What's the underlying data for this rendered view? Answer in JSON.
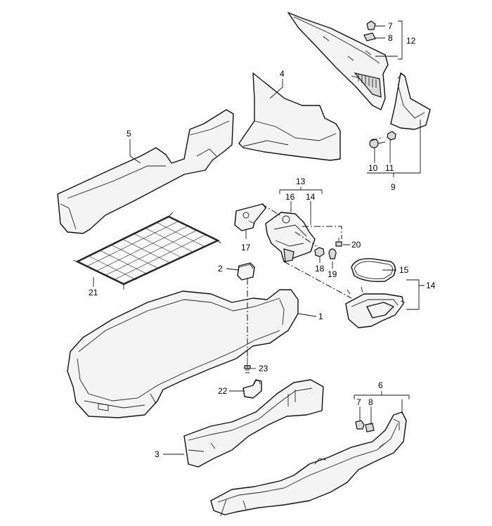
{
  "callouts": {
    "c1": "1",
    "c2": "2",
    "c3": "3",
    "c4": "4",
    "c5": "5",
    "c6": "6",
    "c7a": "7",
    "c7b": "7",
    "c8a": "8",
    "c8b": "8",
    "c9": "9",
    "c10": "10",
    "c11": "11",
    "c12": "12",
    "c13": "13",
    "c14a": "14",
    "c14b": "14",
    "c15": "15",
    "c16": "16",
    "c17": "17",
    "c18": "18",
    "c19": "19",
    "c20": "20",
    "c21": "21",
    "c22": "22",
    "c23": "23"
  }
}
